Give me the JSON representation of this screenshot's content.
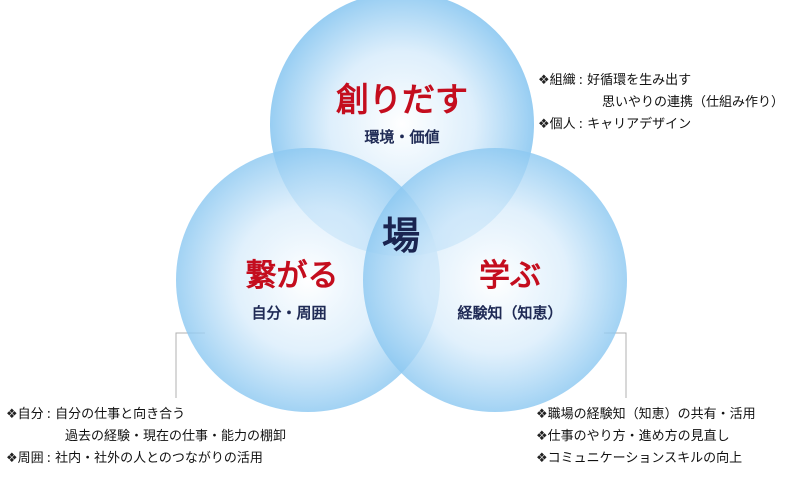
{
  "colors": {
    "title_red": "#c40d1e",
    "subtitle_navy": "#1f2a55",
    "center_navy": "#1a2450",
    "circle_inner": "#ffffff",
    "circle_outer": "#8cc8f1",
    "leader_line": "#b0b0b0"
  },
  "circles": {
    "top": {
      "title": "創りだす",
      "subtitle": "環境・価値"
    },
    "left": {
      "title": "繋がる",
      "subtitle": "自分・周囲"
    },
    "right": {
      "title": "学ぶ",
      "subtitle": "経験知（知恵）"
    }
  },
  "center_label": "場",
  "notes": {
    "top": {
      "bullet": "❖",
      "rows": [
        {
          "label": "組織",
          "sep": ":",
          "lines": [
            "好循環を生み出す",
            "思いやりの連携（仕組み作り）"
          ]
        },
        {
          "label": "個人",
          "sep": ":",
          "lines": [
            "キャリアデザイン"
          ]
        }
      ]
    },
    "left": {
      "bullet": "❖",
      "rows": [
        {
          "label": "自分",
          "sep": ":",
          "lines": [
            "自分の仕事と向き合う",
            "過去の経験・現在の仕事・能力の棚卸"
          ]
        },
        {
          "label": "周囲",
          "sep": ":",
          "lines": [
            "社内・社外の人とのつながりの活用"
          ]
        }
      ]
    },
    "right": {
      "bullet": "❖",
      "items": [
        "職場の経験知（知恵）の共有・活用",
        "仕事のやり方・進め方の見直し",
        "コミュニケーションスキルの向上"
      ]
    }
  }
}
